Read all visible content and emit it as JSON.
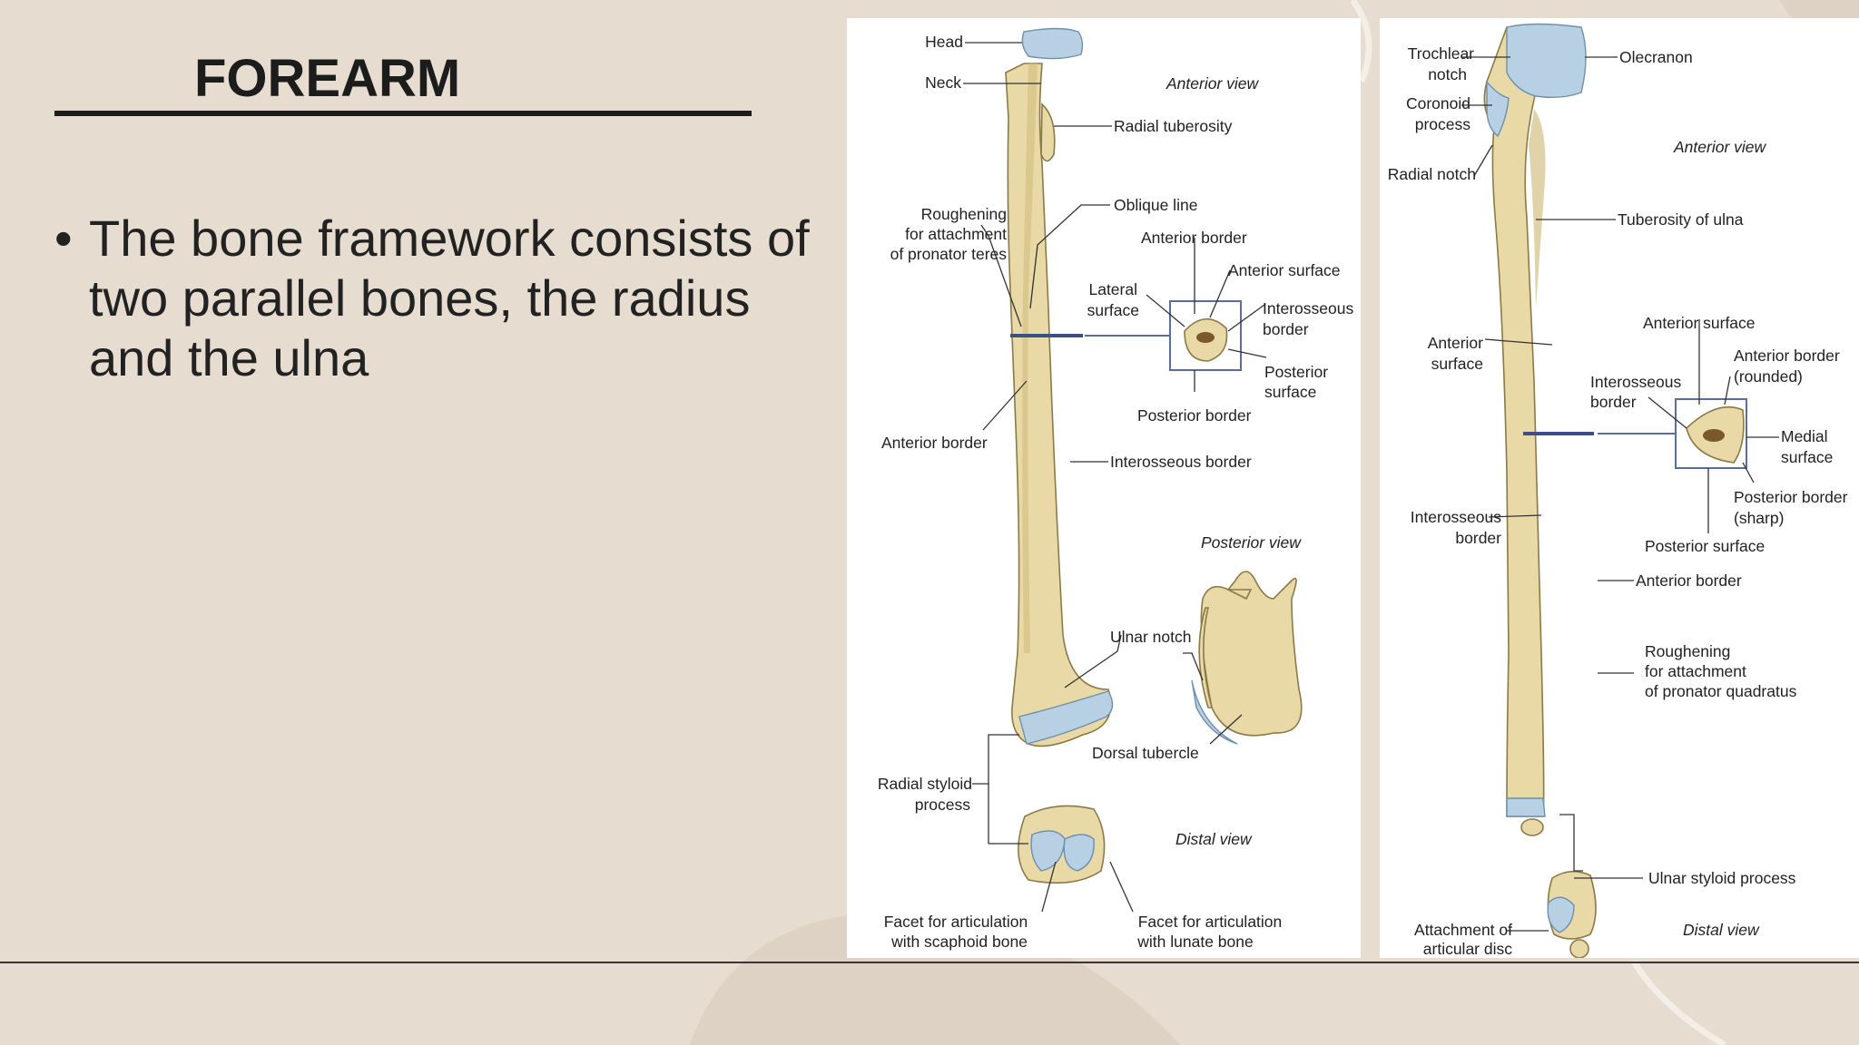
{
  "slide": {
    "title": "FOREARM",
    "bullets": [
      "The bone framework consists of two parallel bones, the radius and the ulna"
    ]
  },
  "radius_figure": {
    "views": {
      "anterior": "Anterior view",
      "posterior": "Posterior view",
      "distal": "Distal view"
    },
    "labels": {
      "head": "Head",
      "neck": "Neck",
      "radial_tuberosity": "Radial tuberosity",
      "oblique_line": "Oblique line",
      "roughening_1": "Roughening",
      "roughening_2": "for attachment",
      "roughening_3": "of pronator teres",
      "anterior_border_xs": "Anterior border",
      "anterior_surface": "Anterior surface",
      "lateral_1": "Lateral",
      "lateral_2": "surface",
      "interosseous_1": "Interosseous",
      "interosseous_2": "border",
      "posterior_surf_1": "Posterior",
      "posterior_surf_2": "surface",
      "posterior_border": "Posterior border",
      "anterior_border": "Anterior border",
      "interosseous_border": "Interosseous border",
      "ulnar_notch": "Ulnar notch",
      "dorsal_tubercle": "Dorsal tubercle",
      "radial_styloid_1": "Radial styloid",
      "radial_styloid_2": "process",
      "facet_scaphoid_1": "Facet for articulation",
      "facet_scaphoid_2": "with scaphoid bone",
      "facet_lunate_1": "Facet for articulation",
      "facet_lunate_2": "with lunate bone"
    }
  },
  "ulna_figure": {
    "views": {
      "anterior": "Anterior view",
      "distal": "Distal view"
    },
    "labels": {
      "trochlear_1": "Trochlear",
      "trochlear_2": "notch",
      "olecranon": "Olecranon",
      "coronoid_1": "Coronoid",
      "coronoid_2": "process",
      "radial_notch": "Radial notch",
      "tuberosity": "Tuberosity of ulna",
      "anterior_surface_1": "Anterior",
      "anterior_surface_2": "surface",
      "anterior_surface_xs": "Anterior surface",
      "anterior_border_r_1": "Anterior border",
      "anterior_border_r_2": "(rounded)",
      "interosseous_1": "Interosseous",
      "interosseous_2": "border",
      "medial_1": "Medial",
      "medial_2": "surface",
      "posterior_border_s_1": "Posterior border",
      "posterior_border_s_2": "(sharp)",
      "interosseous_b_1": "Interosseous",
      "interosseous_b_2": "border",
      "posterior_surface": "Posterior surface",
      "anterior_border": "Anterior border",
      "roughening_1": "Roughening",
      "roughening_2": "for attachment",
      "roughening_3": "of pronator quadratus",
      "ulnar_styloid": "Ulnar styloid process",
      "attachment_1": "Attachment of",
      "attachment_2": "articular disc"
    }
  }
}
